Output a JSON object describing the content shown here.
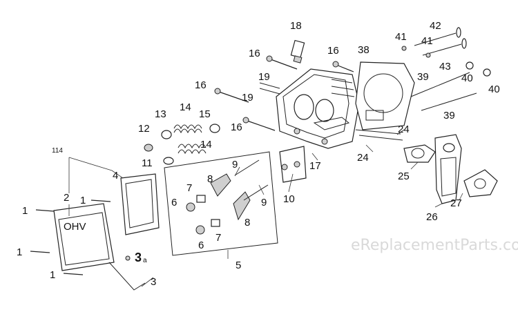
{
  "watermark": "eReplacementParts.com",
  "ohv_mark": "OHV",
  "callouts": [
    {
      "id": "c18",
      "text": "18"
    },
    {
      "id": "c16a",
      "text": "16"
    },
    {
      "id": "c16b",
      "text": "16"
    },
    {
      "id": "c16c",
      "text": "16"
    },
    {
      "id": "c16d",
      "text": "16"
    },
    {
      "id": "c19a",
      "text": "19"
    },
    {
      "id": "c19b",
      "text": "19"
    },
    {
      "id": "c38",
      "text": "38"
    },
    {
      "id": "c41a",
      "text": "41"
    },
    {
      "id": "c41b",
      "text": "41"
    },
    {
      "id": "c42",
      "text": "42"
    },
    {
      "id": "c43",
      "text": "43"
    },
    {
      "id": "c39a",
      "text": "39"
    },
    {
      "id": "c39b",
      "text": "39"
    },
    {
      "id": "c40a",
      "text": "40"
    },
    {
      "id": "c40b",
      "text": "40"
    },
    {
      "id": "c13",
      "text": "13"
    },
    {
      "id": "c14a",
      "text": "14"
    },
    {
      "id": "c14b",
      "text": "14"
    },
    {
      "id": "c15",
      "text": "15"
    },
    {
      "id": "c12",
      "text": "12"
    },
    {
      "id": "c11",
      "text": "11"
    },
    {
      "id": "c24a",
      "text": "24"
    },
    {
      "id": "c24b",
      "text": "24"
    },
    {
      "id": "c17",
      "text": "17"
    },
    {
      "id": "c25",
      "text": "25"
    },
    {
      "id": "c26",
      "text": "26"
    },
    {
      "id": "c27",
      "text": "27"
    },
    {
      "id": "c114",
      "text": "114"
    },
    {
      "id": "c4",
      "text": "4"
    },
    {
      "id": "c2",
      "text": "2"
    },
    {
      "id": "c1a",
      "text": "1"
    },
    {
      "id": "c1b",
      "text": "1"
    },
    {
      "id": "c1c",
      "text": "1"
    },
    {
      "id": "c1d",
      "text": "1"
    },
    {
      "id": "c9a",
      "text": "9"
    },
    {
      "id": "c9b",
      "text": "9"
    },
    {
      "id": "c8a",
      "text": "8"
    },
    {
      "id": "c8b",
      "text": "8"
    },
    {
      "id": "c7a",
      "text": "7"
    },
    {
      "id": "c7b",
      "text": "7"
    },
    {
      "id": "c6a",
      "text": "6"
    },
    {
      "id": "c6b",
      "text": "6"
    },
    {
      "id": "c10",
      "text": "10"
    },
    {
      "id": "c5",
      "text": "5"
    },
    {
      "id": "c3a",
      "text": "3"
    },
    {
      "id": "c3a_suffix",
      "text": "a"
    },
    {
      "id": "c3",
      "text": "3"
    }
  ]
}
